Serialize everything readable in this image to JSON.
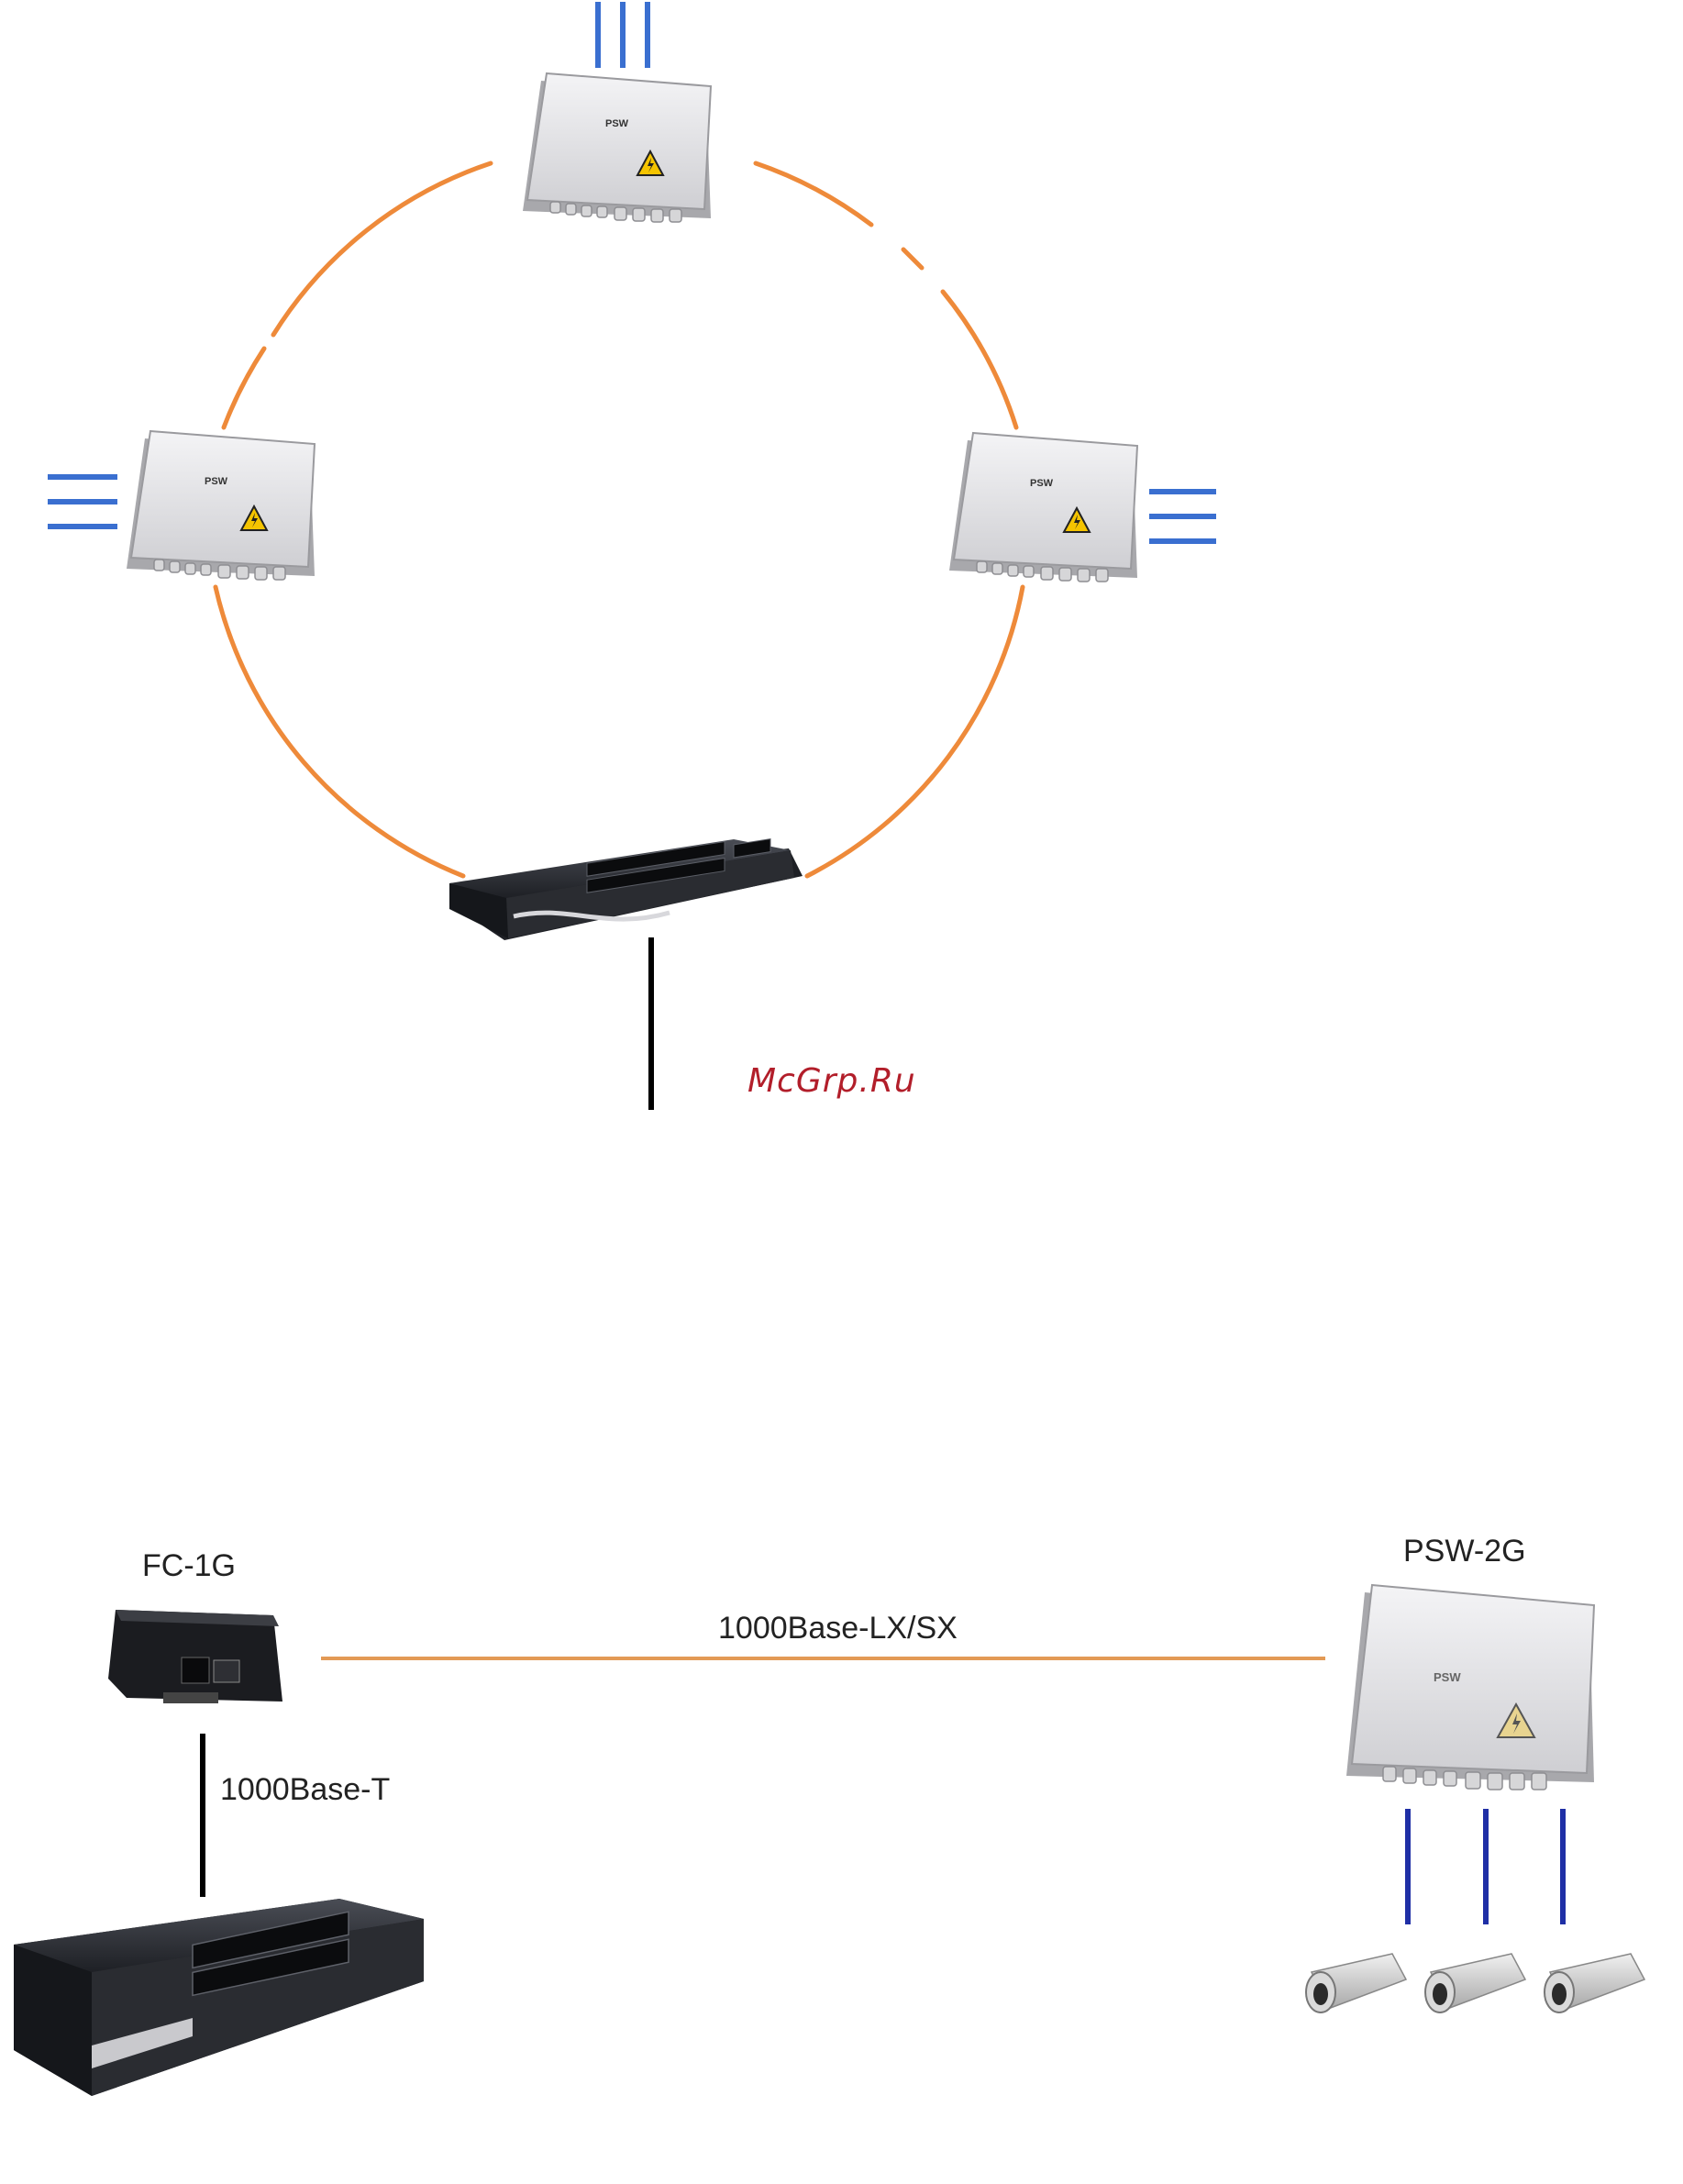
{
  "colors": {
    "fiber": "#EE8A3A",
    "fiber_bottom": "#E39A55",
    "lan_line": "#3A6FD0",
    "camera_line": "#1F2FA6",
    "uplink": "#000000",
    "box_body": "#E3E3E5",
    "box_shadow": "#A8A8AC",
    "switch_body": "#2A2C31",
    "watermark": "#B21E2A"
  },
  "watermark": {
    "text": "McGrp.Ru"
  },
  "ring": {
    "nodes": [
      {
        "id": "top",
        "label": "PSW"
      },
      {
        "id": "left",
        "label": "PSW"
      },
      {
        "id": "right",
        "label": "PSW"
      }
    ]
  },
  "bottom": {
    "converter_label": "FC-1G",
    "fiber_label": "1000Base-LX/SX",
    "copper_label": "1000Base-T",
    "psw_label": "PSW-2G",
    "psw_box_label": "PSW"
  },
  "icons": [
    "warning-icon",
    "camera-icon",
    "switch-icon",
    "media-converter-icon"
  ]
}
